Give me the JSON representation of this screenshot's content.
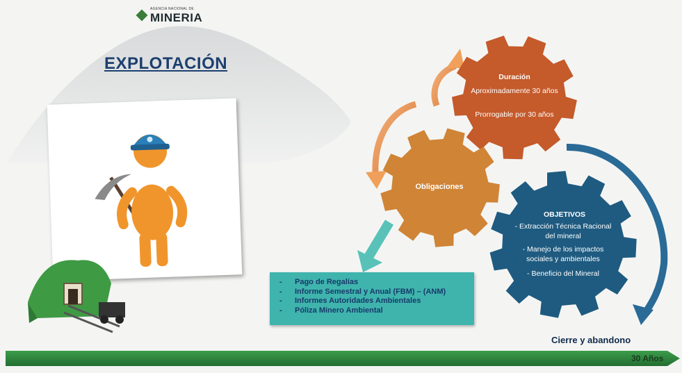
{
  "logo": {
    "top_text": "AGENCIA NACIONAL DE",
    "name": "MINERIA"
  },
  "title": "EXPLOTACIÓN",
  "gears": {
    "duracion": {
      "title": "Duración",
      "lines": [
        "Aproximadamente 30 años",
        "Prorrogable por 30 años"
      ],
      "color": "#c55a2b"
    },
    "obligaciones": {
      "title": "Obligaciones",
      "color": "#d08436"
    },
    "objetivos": {
      "title": "OBJETIVOS",
      "lines": [
        "- Extracción Técnica Racional del mineral",
        "- Manejo de los impactos sociales y ambientales",
        "- Beneficio del Mineral"
      ],
      "color": "#1f5b80"
    }
  },
  "obligaciones_box": {
    "items": [
      "Pago de Regalías",
      "Informe Semestral y Anual (FBM) – (ANM)",
      "Informes Autoridades Ambientales",
      "Póliza Minero Ambiental"
    ],
    "color": "#3fb4ad"
  },
  "timeline": {
    "label": "Cierre y abandono",
    "years": "30 Años",
    "color": "#2e8b3e"
  }
}
